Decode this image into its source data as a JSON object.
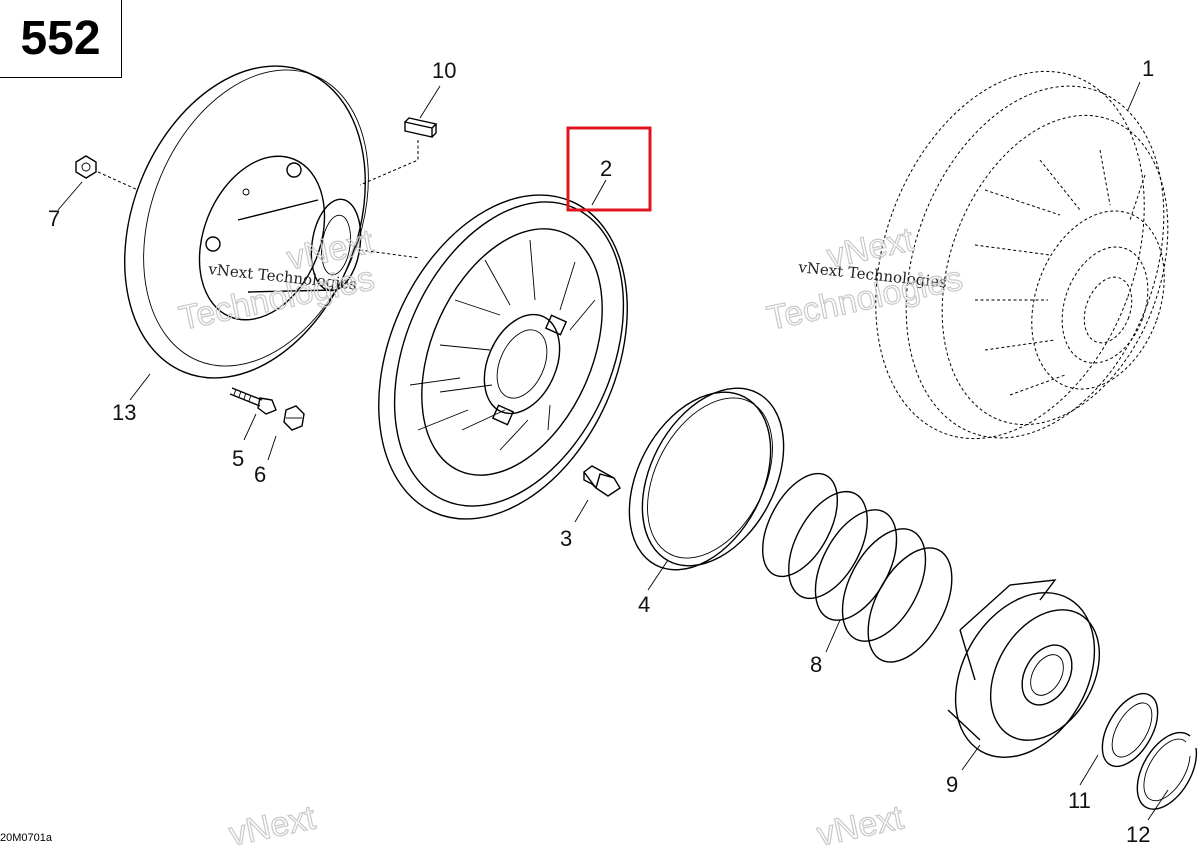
{
  "page_number": "552",
  "reference_code": "20M0701a",
  "watermark": {
    "company": "vNext Technologies",
    "brand_top": "vNext",
    "brand_bottom": "Technologies"
  },
  "callouts": [
    "1",
    "2",
    "3",
    "4",
    "5",
    "6",
    "7",
    "8",
    "9",
    "10",
    "11",
    "12",
    "13"
  ],
  "highlight": {
    "callout": "2",
    "color": "#e0141e"
  }
}
